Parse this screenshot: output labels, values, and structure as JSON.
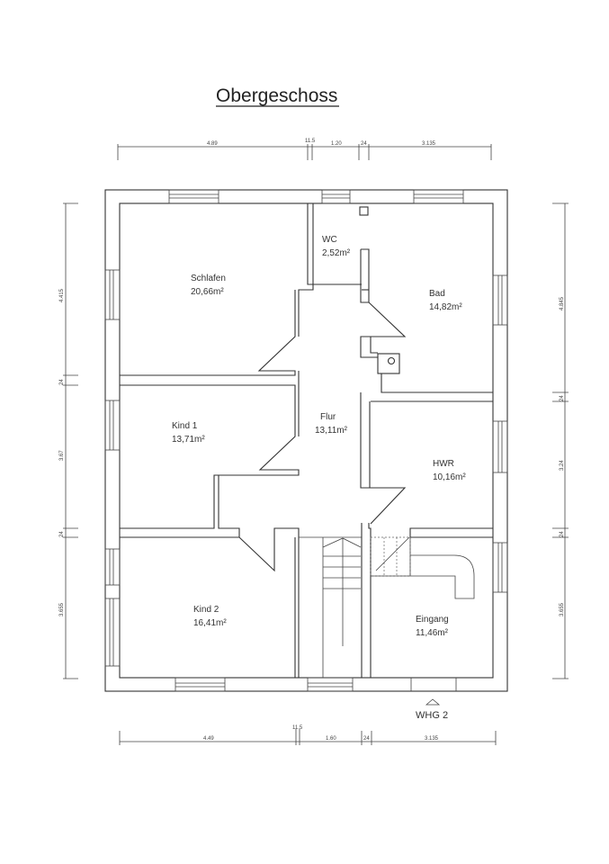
{
  "title": "Obergeschoss",
  "rooms": [
    {
      "name": "Schlafen",
      "area": "20,66m²"
    },
    {
      "name": "WC",
      "area": "2,52m²"
    },
    {
      "name": "Bad",
      "area": "14,82m²"
    },
    {
      "name": "Kind 1",
      "area": "13,71m²"
    },
    {
      "name": "Flur",
      "area": "13,11m²"
    },
    {
      "name": "HWR",
      "area": "10,16m²"
    },
    {
      "name": "Kind 2",
      "area": "16,41m²"
    },
    {
      "name": "Eingang",
      "area": "11,46m²"
    }
  ],
  "entrance_label": "WHG 2",
  "dimensions": {
    "top": [
      "4.89",
      "11.5",
      "1.20",
      "24",
      "3.135"
    ],
    "bottom": [
      "4.49",
      "11.5",
      "1.60",
      "24",
      "3.135"
    ],
    "left": [
      "4.415",
      "24",
      "3.67",
      "24",
      "3.655"
    ],
    "right": [
      "4.845",
      "24",
      "3.24",
      "24",
      "3.655"
    ]
  }
}
